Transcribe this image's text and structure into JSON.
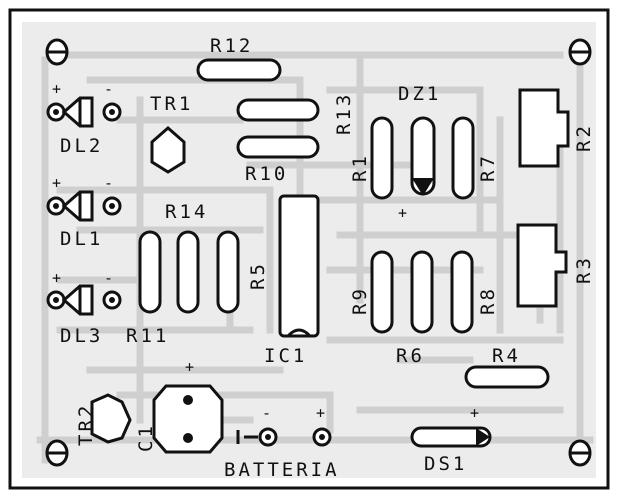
{
  "board": {
    "title": "",
    "colors": {
      "copper": "#cfcfcf",
      "silk": "#111111",
      "paper": "#ffffff"
    }
  },
  "labels": {
    "r12": "R12",
    "tr1": "TR1",
    "r13": "R13",
    "dz1": "DZ1",
    "r2": "R2",
    "dl2": "DL2",
    "r10": "R10",
    "r1": "R1",
    "r7": "R7",
    "dl1": "DL1",
    "r14": "R14",
    "r3": "R3",
    "r5": "R5",
    "r9": "R9",
    "r8": "R8",
    "dl3": "DL3",
    "r11": "R11",
    "ic1": "IC1",
    "r6": "R6",
    "r4": "R4",
    "tr2": "TR2",
    "c1": "C1",
    "batteria": "BATTERIA",
    "ds1": "DS1"
  },
  "polarity": {
    "plus": "+",
    "minus": "-"
  }
}
